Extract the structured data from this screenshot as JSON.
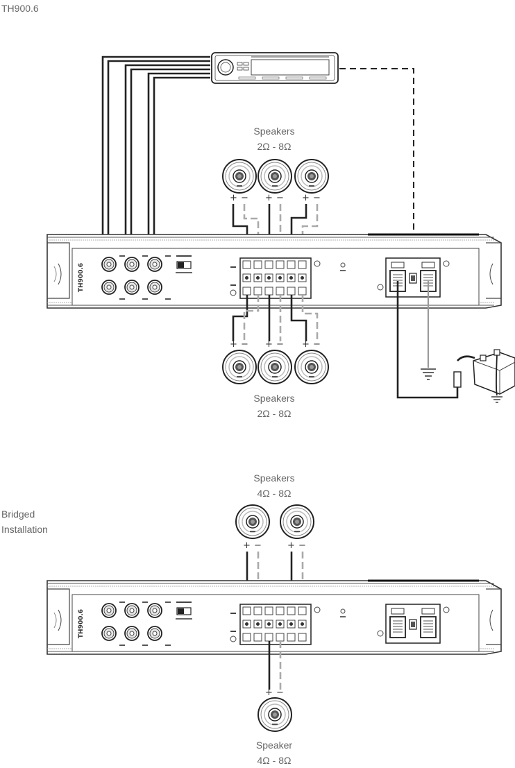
{
  "model": "TH900.6",
  "upper_speakers_label": "Speakers",
  "upper_speakers_impedance": "2Ω - 8Ω",
  "lower_speakers_label": "Speakers",
  "lower_speakers_impedance": "2Ω - 8Ω",
  "bridged": {
    "title_line1": "Bridged",
    "title_line2": "Installation",
    "speakers_label": "Speakers",
    "speakers_impedance": "4Ω - 8Ω",
    "speaker_label": "Speaker",
    "speaker_impedance": "4Ω - 8Ω"
  },
  "colors": {
    "wire": "#222222",
    "dashed_wire": "#aaaaaa",
    "ground_wire": "#999999",
    "chassis": "#333333"
  }
}
